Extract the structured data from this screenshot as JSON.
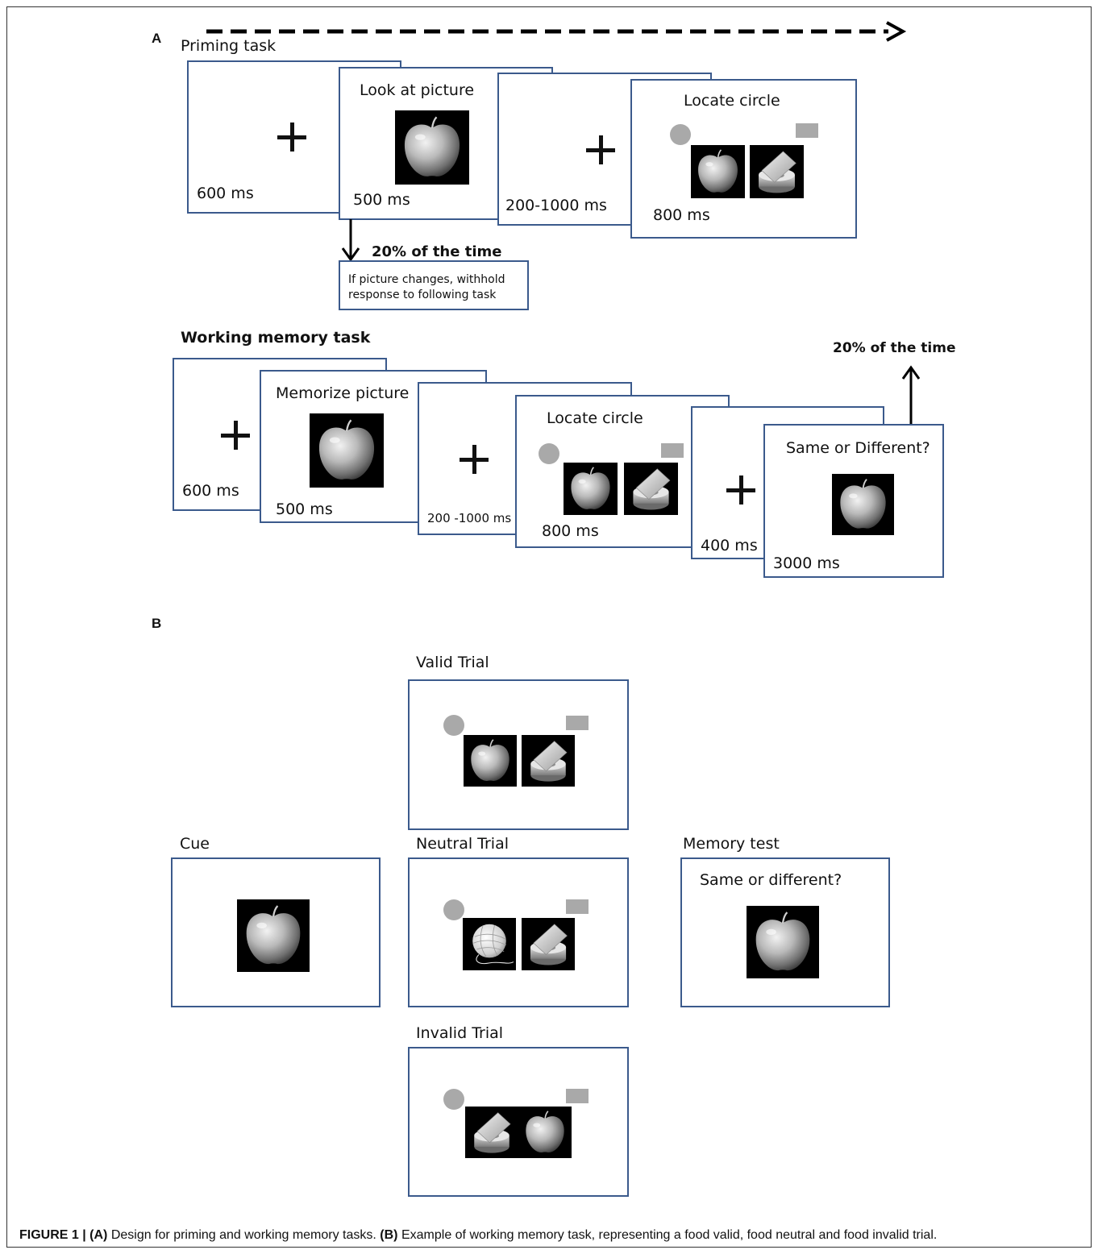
{
  "panel_a": {
    "letter": "A",
    "priming_title": "Priming task",
    "priming": {
      "fix1_duration": "600 ms",
      "look_title": "Look at picture",
      "look_duration": "500 ms",
      "fix2_duration": "200-1000 ms",
      "locate_title": "Locate circle",
      "locate_duration": "800 ms",
      "branch_label": "20% of the time",
      "branch_line1": "If picture changes, withhold",
      "branch_line2": "response to following task"
    },
    "wm_title": "Working memory task",
    "wm": {
      "fix1_duration": "600 ms",
      "memorize_title": "Memorize picture",
      "memorize_duration": "500 ms",
      "fix2_duration": "200 -1000 ms",
      "locate_title": "Locate circle",
      "locate_duration": "800 ms",
      "fix3_duration": "400 ms",
      "test_title": "Same or Different?",
      "test_duration": "3000 ms",
      "branch_label": "20% of the time"
    }
  },
  "panel_b": {
    "letter": "B",
    "valid_label": "Valid Trial",
    "neutral_label": "Neutral Trial",
    "invalid_label": "Invalid Trial",
    "cue_label": "Cue",
    "memory_label": "Memory test",
    "memory_question": "Same or different?"
  },
  "caption": {
    "lead": "FIGURE 1 |",
    "a_tag": "(A)",
    "a_text": " Design for priming and working memory tasks. ",
    "b_tag": "(B)",
    "b_text": " Example of working memory task, representing a food valid, food neutral and food invalid trial."
  },
  "stimuli": {
    "apple": "apple-photo",
    "tape": "tape-dispenser-photo",
    "yarn": "yarn-ball-photo"
  },
  "colors": {
    "screen_border": "#3b5a8c",
    "marker_gray": "#a9a9a9",
    "text": "#111111"
  }
}
